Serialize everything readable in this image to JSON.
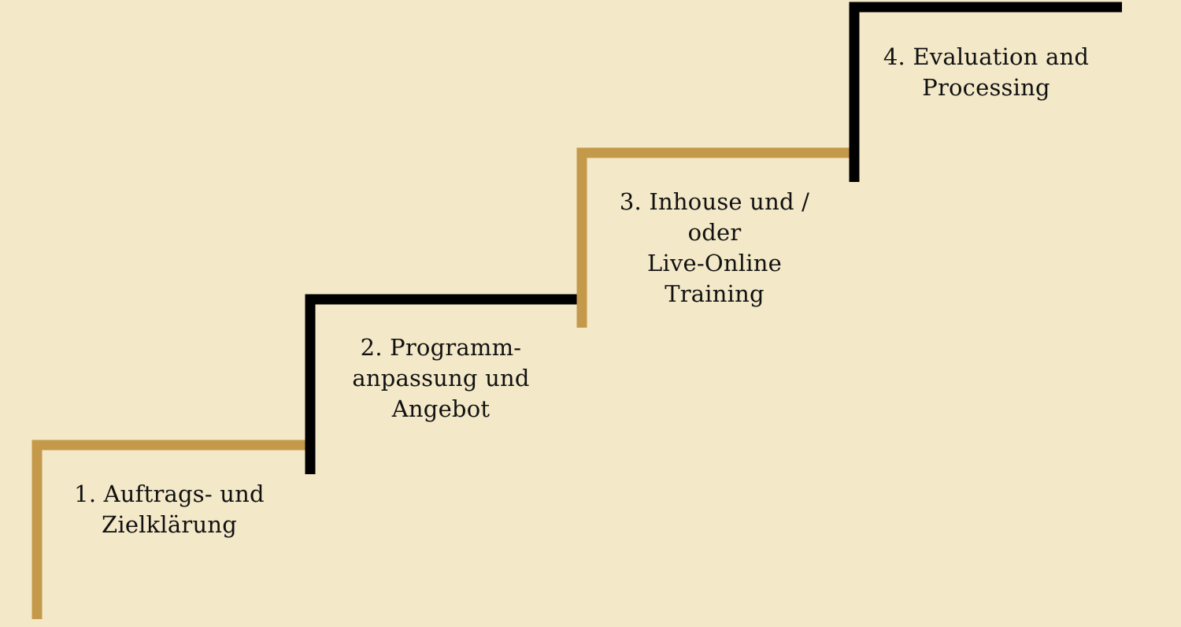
{
  "colors": {
    "background": "#f3e8c8",
    "gold": "#c49a4a",
    "black": "#000000",
    "text": "#111111"
  },
  "steps": [
    {
      "label": "1. Auftrags- und\nZielklärung",
      "color": "gold"
    },
    {
      "label": "2. Programm-\nanpassung und\nAngebot",
      "color": "black"
    },
    {
      "label": "3. Inhouse und / oder\nLive-Online Training",
      "color": "gold"
    },
    {
      "label": "4. Evaluation and\nProcessing",
      "color": "black"
    }
  ]
}
